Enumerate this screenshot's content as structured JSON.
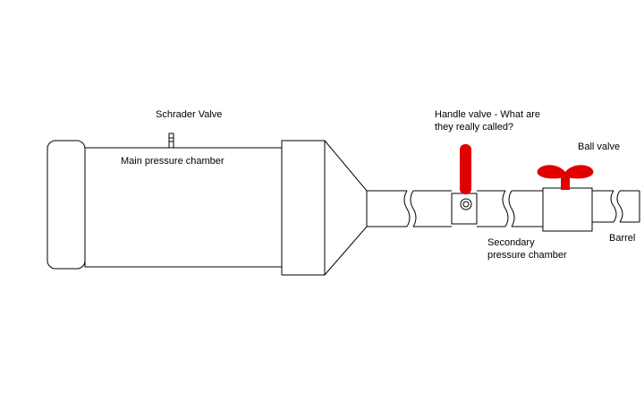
{
  "labels": {
    "schrader": "Schrader Valve",
    "main_chamber": "Main pressure chamber",
    "handle_valve_line1": "Handle valve - What are",
    "handle_valve_line2": "they really called?",
    "ball_valve": "Ball valve",
    "secondary_line1": "Secondary",
    "secondary_line2": "pressure chamber",
    "barrel": "Barrel"
  },
  "colors": {
    "valve_handle": "#e00000",
    "outline": "#000000",
    "background": "#ffffff"
  }
}
